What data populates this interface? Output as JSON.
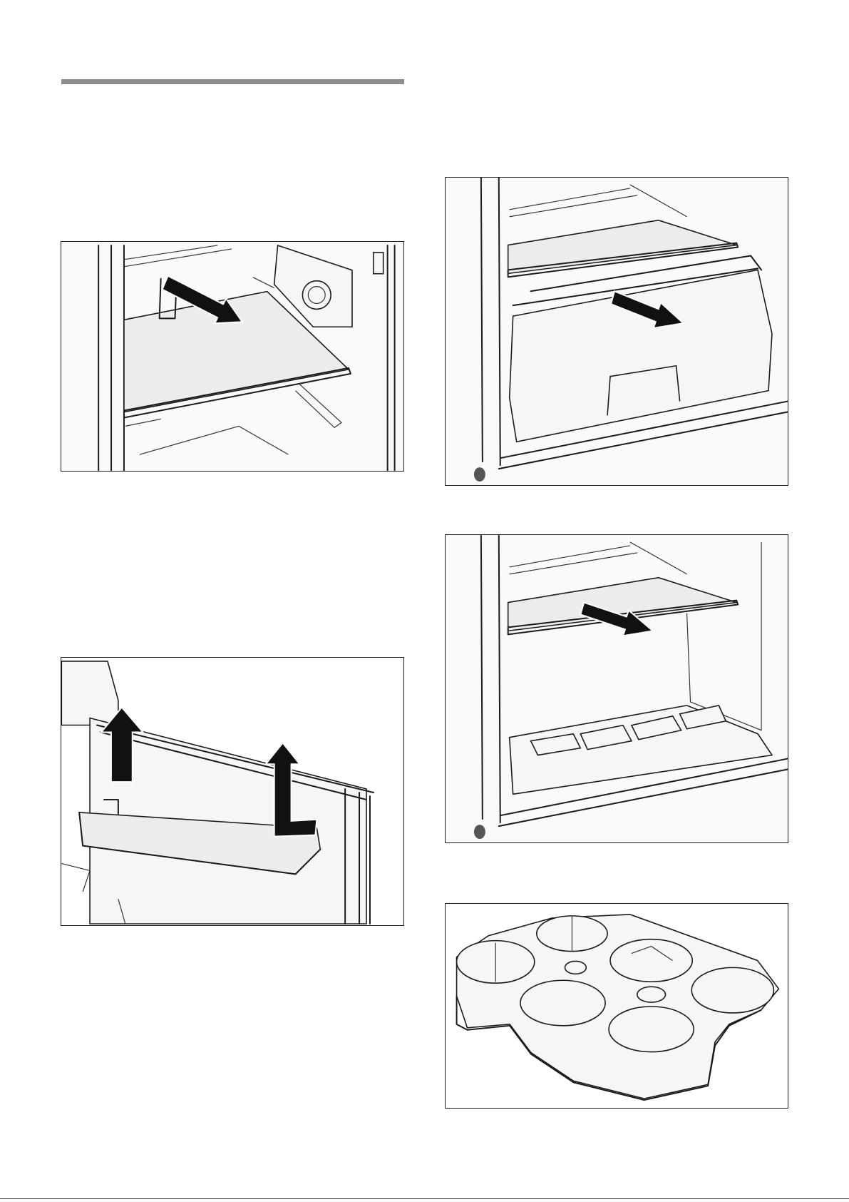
{
  "page": {
    "section_rule_color": "#8c8c8c",
    "figures": [
      {
        "id": "shelf-left",
        "icon": "glass-shelf-removal-illustration"
      },
      {
        "id": "door-bin",
        "icon": "door-bin-removal-illustration"
      },
      {
        "id": "crisper",
        "icon": "vegetable-drawer-removal-illustration"
      },
      {
        "id": "bottom-shelf",
        "icon": "bottom-shelf-removal-illustration"
      },
      {
        "id": "egg-tray",
        "icon": "egg-tray-illustration"
      }
    ]
  }
}
